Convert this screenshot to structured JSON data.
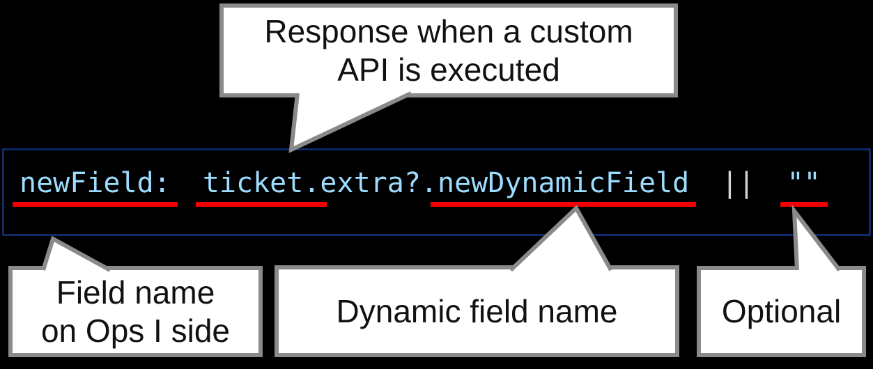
{
  "colors": {
    "background": "#000000",
    "callout_fill": "#ffffff",
    "callout_border": "#8a8a8a",
    "callout_text": "#111111",
    "code_box_border": "#0d2a66",
    "code_text": "#9CDCFE",
    "operator_text": "#d6d6d6",
    "underline_red": "#f20000"
  },
  "callouts": {
    "top": {
      "lines": [
        "Response when a custom",
        "API is executed"
      ]
    },
    "field_name": {
      "lines": [
        "Field name",
        "on Ops I side"
      ]
    },
    "dynamic_field": {
      "lines": [
        "Dynamic field name"
      ]
    },
    "optional": {
      "lines": [
        "Optional"
      ]
    }
  },
  "code": {
    "full_text": "newField: ticket.extra?.newDynamicField || \"\"",
    "segments": [
      {
        "text": "newField:",
        "style": "identifier",
        "underlined": true
      },
      {
        "text": " ",
        "style": "identifier",
        "underlined": false
      },
      {
        "text": "ticket.",
        "style": "identifier",
        "underlined": true
      },
      {
        "text": "extra?.",
        "style": "identifier",
        "underlined": false
      },
      {
        "text": "newDynamicField",
        "style": "identifier",
        "underlined": true
      },
      {
        "text": " ",
        "style": "identifier",
        "underlined": false
      },
      {
        "text": "||",
        "style": "operator",
        "underlined": false
      },
      {
        "text": " ",
        "style": "identifier",
        "underlined": false
      },
      {
        "text": "\"\"",
        "style": "identifier",
        "underlined": true
      }
    ]
  }
}
